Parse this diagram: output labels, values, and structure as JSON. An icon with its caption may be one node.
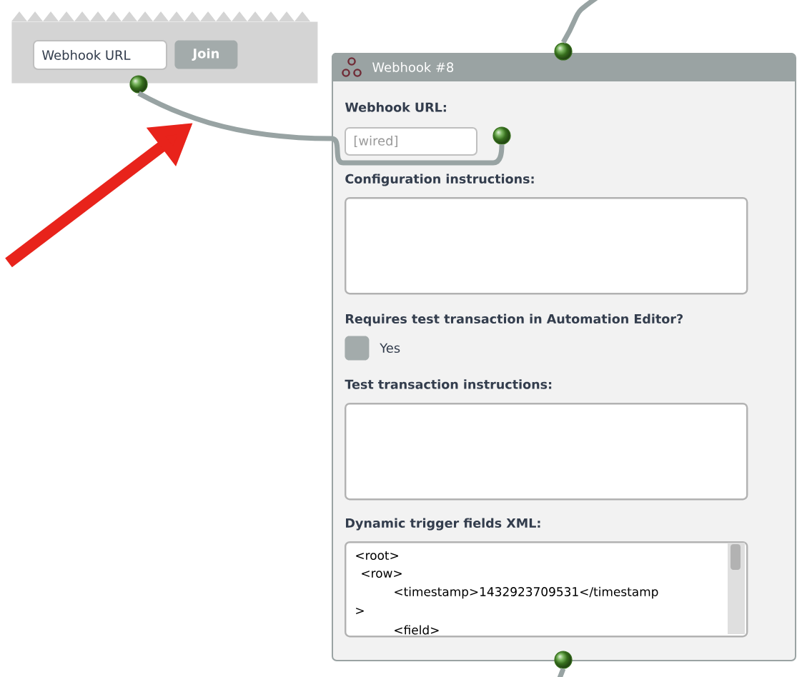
{
  "diagram": {
    "nodes": [
      {
        "text": [],
        "shape": "box"
      },
      {
        "text": [
          "Webhook URL"
        ],
        "in": 0
      },
      {
        "text": [
          "Join"
        ],
        "in": 0
      },
      {
        "text": [],
        "shape": "circle"
      },
      {
        "text": [
          "Webhook #8",
          "Webhook URL:",
          "Configuration instructions:",
          "Requires test transaction in Automation Editor?",
          "Test transaction instructions:",
          "Dynamic trigger fields XML:"
        ]
      },
      {
        "text": [
          "[wired]"
        ],
        "in": 4
      },
      {
        "text": [],
        "shape": "circle",
        "in": 4
      },
      {
        "text": [],
        "shape": "box",
        "in": 4
      },
      {
        "text": [],
        "shape": "box",
        "in": 4,
        "beside": [
          "Yes"
        ]
      },
      {
        "text": [],
        "shape": "box",
        "in": 4
      },
      {
        "text": [
          "<root>",
          "<row>",
          "<timestamp>1432923709531</timestamp",
          ">",
          "<field>"
        ],
        "in": 4
      },
      {
        "text": [],
        "shape": "circle"
      },
      {
        "text": [],
        "shape": "circle"
      }
    ],
    "edges": [
      {
        "from": 3,
        "to": 6,
        "arrow": "none"
      },
      {
        "from": null,
        "to": 11,
        "arrow": "none"
      },
      {
        "from": 12,
        "to": null,
        "arrow": "none"
      }
    ]
  }
}
